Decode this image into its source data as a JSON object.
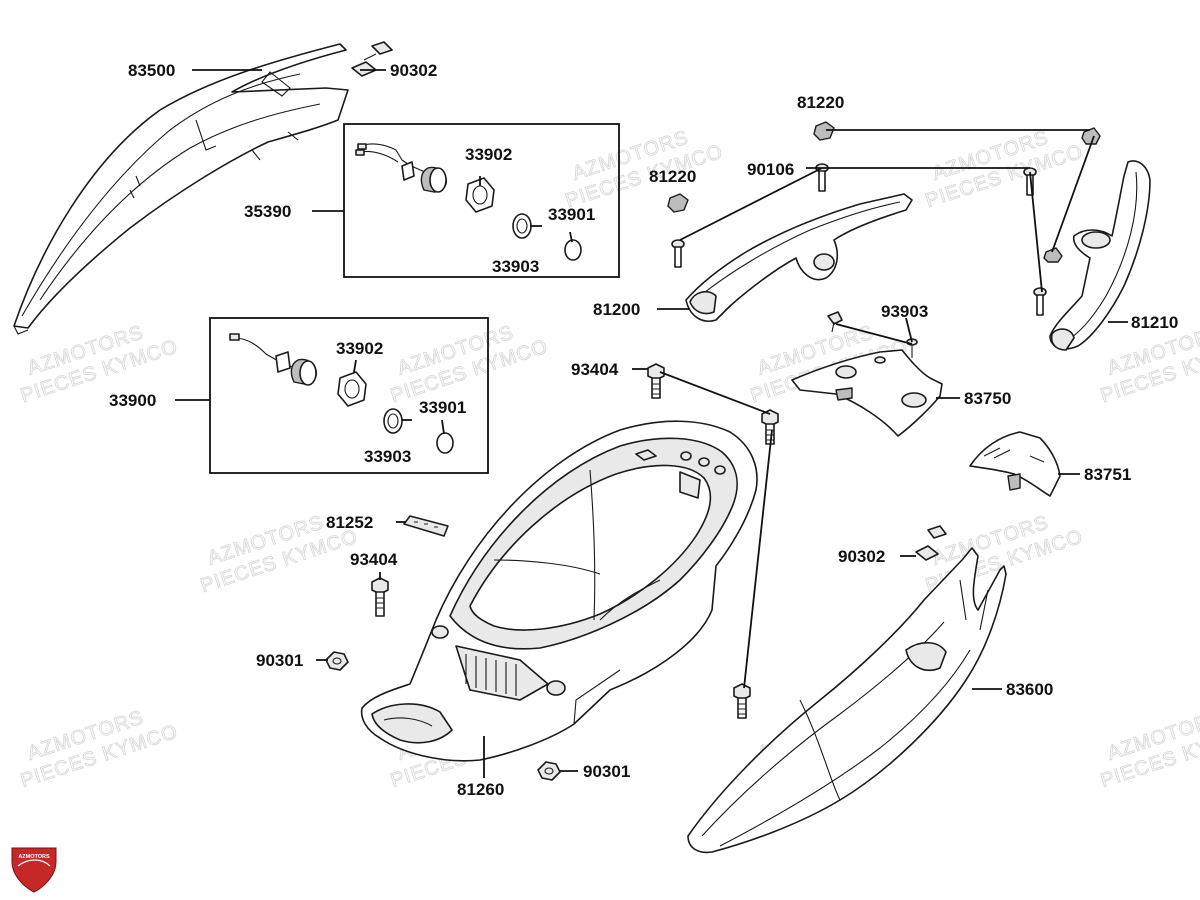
{
  "watermark": {
    "line1": "AZMOTORS",
    "line2": "PIECES KYMCO"
  },
  "logo": {
    "text": "AZMOTORS",
    "color": "#c62828"
  },
  "labels": {
    "p83500": "83500",
    "p90302a": "90302",
    "p35390": "35390",
    "p33902a": "33902",
    "p33901a": "33901",
    "p33903a": "33903",
    "p81220a": "81220",
    "p90106": "90106",
    "p81220b": "81220",
    "p81200": "81200",
    "p93903": "93903",
    "p81210": "81210",
    "p33900": "33900",
    "p33902b": "33902",
    "p33901b": "33901",
    "p33903b": "33903",
    "p93404a": "93404",
    "p83750": "83750",
    "p83751": "83751",
    "p81252": "81252",
    "p93404b": "93404",
    "p90302b": "90302",
    "p90301a": "90301",
    "p83600": "83600",
    "p90301b": "90301",
    "p81260": "81260"
  }
}
